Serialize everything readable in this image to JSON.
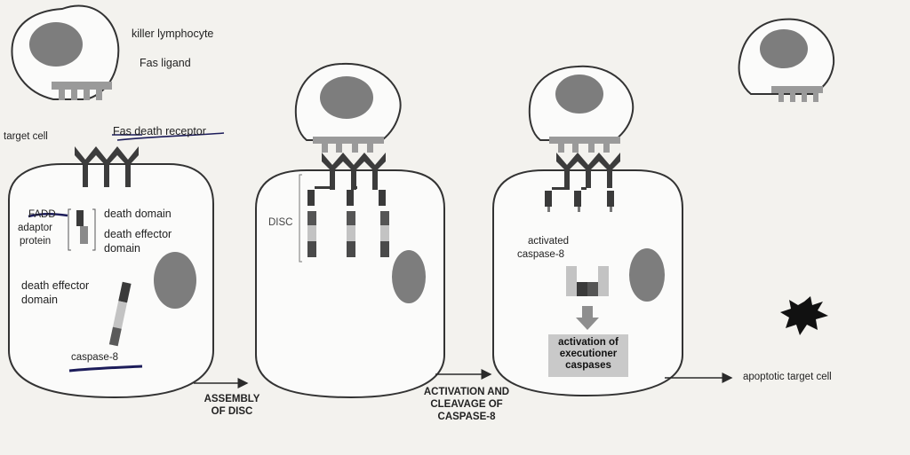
{
  "labels": {
    "killer_lymphocyte": "killer lymphocyte",
    "fas_ligand": "Fas ligand",
    "target_cell": "target cell",
    "fas_death_receptor": "Fas death receptor",
    "fadd": "FADD",
    "adaptor": "adaptor",
    "protein": "protein",
    "death_domain": "death domain",
    "death_effector_domain_1": "death effector",
    "death_effector_domain_2": "domain",
    "death_effector_domain_b1": "death effector",
    "death_effector_domain_b2": "domain",
    "caspase_8": "caspase-8",
    "disc": "DISC",
    "activated_1": "activated",
    "activated_2": "caspase-8",
    "activation_box": [
      "activation of",
      "executioner",
      "caspases"
    ],
    "apoptotic_target_cell": "apoptotic target cell"
  },
  "steps": {
    "assembly": [
      "ASSEMBLY",
      "OF DISC"
    ],
    "activation": [
      "ACTIVATION AND",
      "CLEAVAGE OF",
      "CASPASE-8"
    ]
  },
  "colors": {
    "nucleus": "#7d7d7d",
    "receptor": "#3c3c3c",
    "ligand": "#9a9a9a",
    "ink": "#2a2a2a",
    "pen": "#1c1c5a"
  }
}
